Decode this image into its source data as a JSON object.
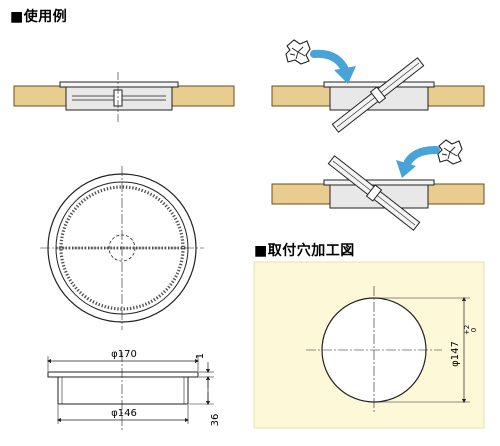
{
  "headings": {
    "usage_example": "■使用例",
    "mounting_hole": "■取付穴加工図"
  },
  "dimensions": {
    "outer_diameter": "φ170",
    "inner_diameter": "φ146",
    "flange_thickness": "1",
    "height": "36",
    "hole_diameter": "φ147"
  },
  "tolerance": {
    "upper": "+2",
    "lower": "0"
  },
  "colors": {
    "wood": "#e9cc8f",
    "wood_edge": "#6b4e1e",
    "hole_panel": "#fdf8d8",
    "arrow": "#4aa3d8",
    "metal": "#e8e8e8",
    "line": "#222222"
  },
  "icons": [
    "crumpled-paper-icon",
    "blue-curved-arrow-icon"
  ]
}
